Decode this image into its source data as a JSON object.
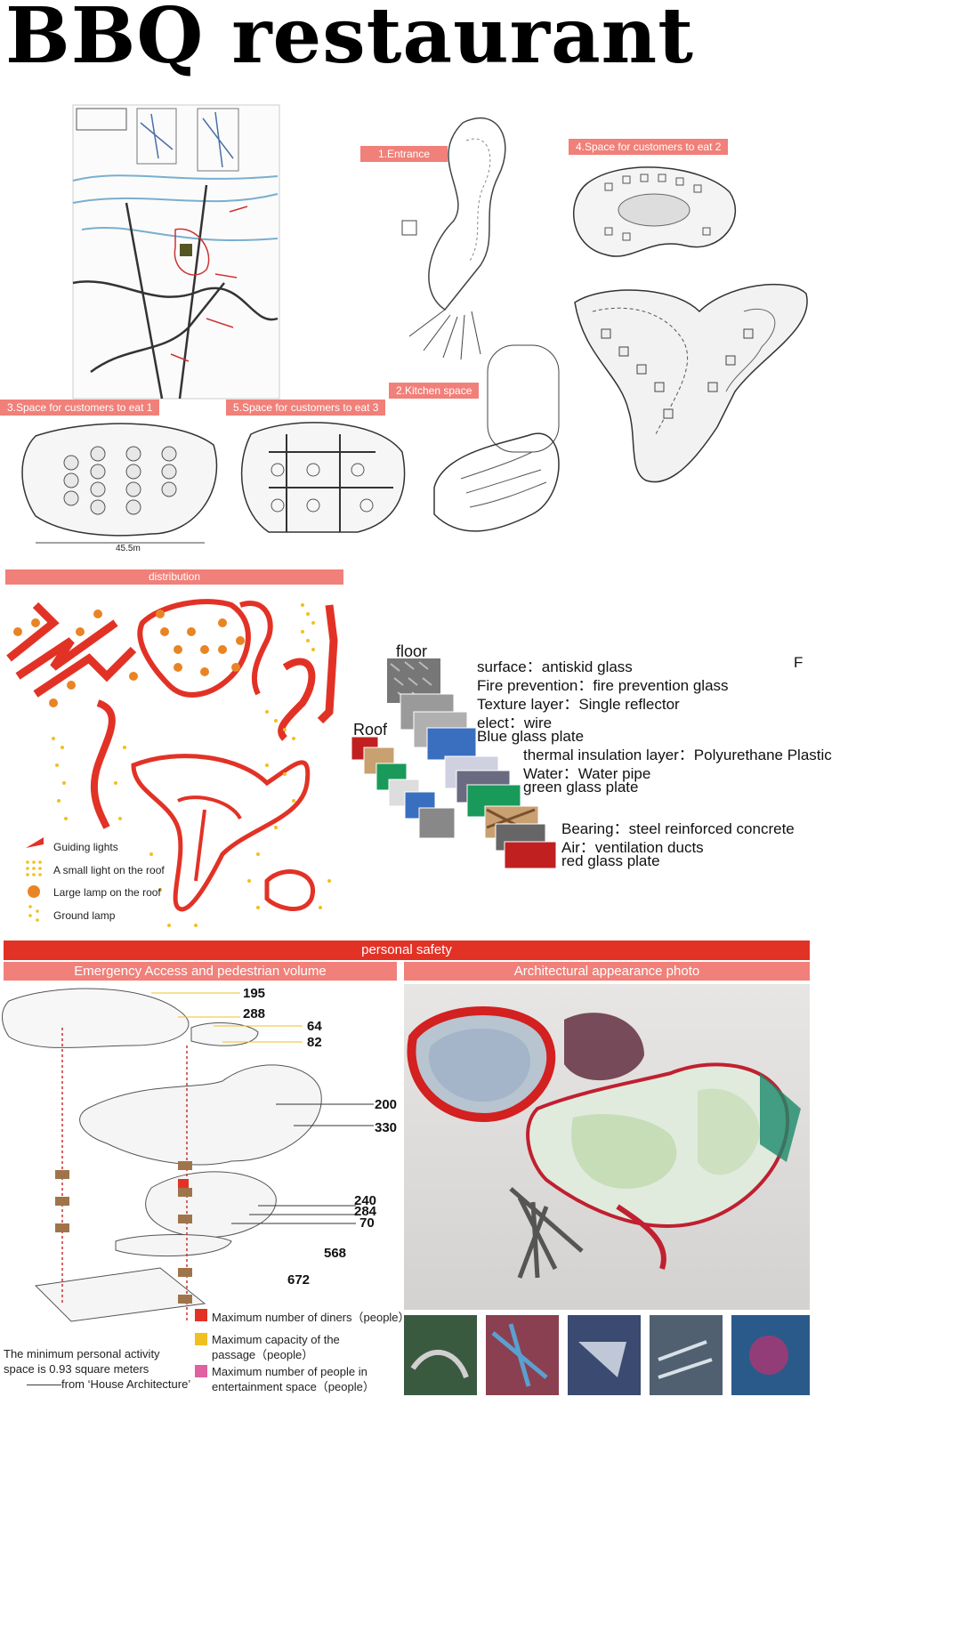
{
  "title": "BBQ restaurant",
  "sketch_labels": {
    "entrance": "1.Entrance",
    "eat2": "4.Space for customers to eat 2",
    "eat1": "3.Space for customers to eat 1",
    "eat3": "5.Space for customers to eat 3",
    "kitchen": "2.Kitchen space",
    "dimension": "45.5m"
  },
  "distribution": {
    "header": "distribution",
    "legend": [
      "Guiding lights",
      "A small light on the roof",
      "Large lamp on the roof",
      "Ground lamp"
    ]
  },
  "materials": {
    "floor_label": "floor",
    "roof_label": "Roof",
    "edge_glyph": "F",
    "items": [
      "surface：antiskid glass",
      "Fire prevention：fire prevention glass",
      "Texture layer：Single reflector",
      "elect：wire",
      "Blue glass plate",
      "thermal insulation layer：Polyurethane Plastic",
      "Water：Water pipe",
      "green glass plate",
      "Bearing：steel reinforced concrete",
      "Air：ventilation ducts",
      "red glass plate"
    ]
  },
  "safety": {
    "header": "personal safety",
    "left_header": "Emergency Access and pedestrian volume",
    "right_header": "Architectural appearance photo",
    "numbers": [
      "195",
      "288",
      "64",
      "82",
      "200",
      "330",
      "240",
      "284",
      "70",
      "568",
      "672"
    ],
    "legend": [
      "Maximum number of diners（people）",
      "Maximum capacity of the passage（people）",
      "Maximum number of people in entertainment space（people）"
    ],
    "note": [
      "The minimum personal activity",
      "space is 0.93 square meters",
      "———from ‘House Architecture’"
    ]
  },
  "colors": {
    "accent_red": "#e23226",
    "tag_pink": "#f08079",
    "orange": "#e98424",
    "yellow": "#f0c020",
    "pink": "#e060a0"
  }
}
